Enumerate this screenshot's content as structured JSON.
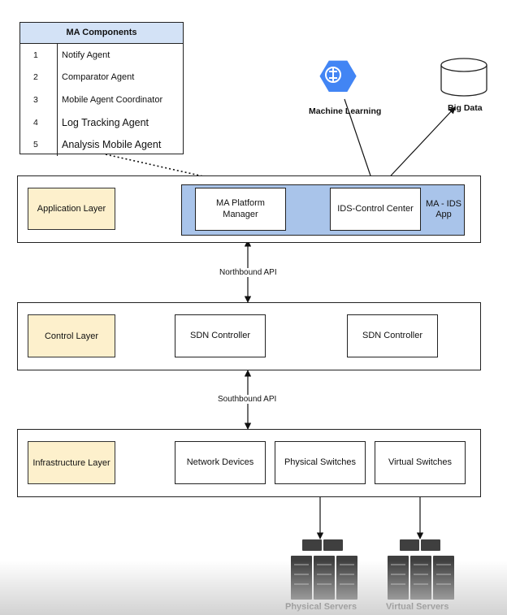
{
  "ma_components": {
    "title": "MA Components",
    "rows": [
      {
        "num": "1",
        "name": "Notify Agent"
      },
      {
        "num": "2",
        "name": "Comparator Agent"
      },
      {
        "num": "3",
        "name": "Mobile Agent Coordinator"
      },
      {
        "num": "4",
        "name": "Log Tracking Agent"
      },
      {
        "num": "5",
        "name": "Analysis Mobile Agent"
      }
    ]
  },
  "external": {
    "machine_learning": "Machine Learning",
    "big_data": "Big Data",
    "ml_icon_color": "#4285f4"
  },
  "application_layer": {
    "label": "Application Layer",
    "platform_manager": "MA Platform\nManager",
    "ids_control": "IDS-Control Center",
    "app_name": "MA - IDS\nApp"
  },
  "northbound": "Northbound API",
  "control_layer": {
    "label": "Control Layer",
    "controller_a": "SDN Controller",
    "controller_b": "SDN Controller"
  },
  "southbound": "Southbound API",
  "infrastructure_layer": {
    "label": "Infrastructure Layer",
    "network_devices": "Network Devices",
    "physical_switches": "Physical Switches",
    "virtual_switches": "Virtual Switches"
  },
  "servers": {
    "physical": "Physical Servers",
    "virtual": "Virtual Servers"
  },
  "colors": {
    "layer_label_fill": "#fdf0cc",
    "app_band_fill": "#a9c4ea",
    "table_header_fill": "#d3e2f6",
    "server_fill": "#3f3f3f"
  }
}
